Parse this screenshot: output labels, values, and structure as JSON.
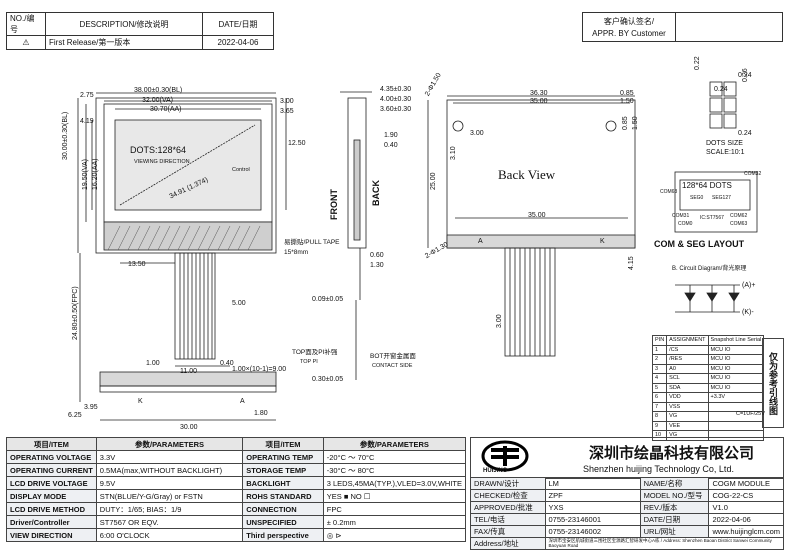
{
  "revision": {
    "headers": [
      "NO./编号",
      "DESCRIPTION/修改说明",
      "DATE/日期"
    ],
    "row1": {
      "no": "⚠",
      "desc": "First Release/第一版本",
      "date": "2022-04-06"
    }
  },
  "approval": {
    "title": "客户确认签名/",
    "sub": "APPR. BY Customer"
  },
  "front_view": {
    "dim_top1": "38.00±0.30(BL)",
    "dim_top2": "32.00(VA)",
    "dim_top3": "30.70(AA)",
    "dim_r1": "3.00",
    "dim_r2": "3.65",
    "dim_r3": "12.50",
    "dim_l1": "2.75",
    "dim_l2": "4.19",
    "dim_v1": "30.00±0.30(BL)",
    "dim_v2": "19.50(VA)",
    "dim_v3": "16.20(AA)",
    "dim_fpc_len": "24.80±0.50(FPC)",
    "dim_1350": "13.50",
    "dim_500": "5.00",
    "dim_100": "1.00",
    "dim_040": "0.40",
    "dim_fpc_pitch": "1.00×(10-1)=9.00",
    "dim_1100": "11.00",
    "dim_625": "6.25",
    "dim_395": "3.95",
    "dim_180": "1.80",
    "dim_3000": "30.00",
    "lcd_text": "DOTS:128*64",
    "viewing": "VIEWING DIRECTION",
    "control": "Control",
    "diag": "34.91 (1.374)",
    "pull_tape": "易撕贴/PULL TAPE",
    "pull_size": "15*8mm",
    "k": "K",
    "a": "A"
  },
  "side_view": {
    "d1": "4.35±0.30",
    "d2": "4.00±0.30",
    "d3": "3.60±0.30",
    "d4": "1.90",
    "d5": "0.40",
    "d6": "0.60",
    "d7": "1.30",
    "d8": "0.09±0.05",
    "d9": "0.30±0.05",
    "front": "FRONT",
    "back": "BACK",
    "top_pi": "TOP面及PI补强",
    "top_pi_en": "TOP PI",
    "bot": "BOT开窗金属面",
    "bot_en": "CONTACT SIDE"
  },
  "back_view": {
    "title": "Back View",
    "d1": "36.30",
    "d2": "35.00",
    "d3": "0.85",
    "d4": "1.50",
    "d5": "3.00",
    "d6": "0.85",
    "d7": "1.50",
    "d8": "3.10",
    "d9": "25.00",
    "d10": "35.00",
    "d11": "2-Φ1.50",
    "d12": "2-Φ1.30",
    "d13": "4.15",
    "d14": "3.00",
    "k": "K",
    "a": "A"
  },
  "dots": {
    "d1": "0.24",
    "d2": "0.22",
    "d3": "0.26",
    "d4": "0.24",
    "d5": "0.24",
    "label": "DOTS SIZE",
    "scale": "SCALE:10:1"
  },
  "layout": {
    "title": "COM & SEG LAYOUT",
    "dots": "128*64 DOTS",
    "com63": "COM63",
    "com32": "COM32",
    "seg0": "SEG0",
    "seg127": "SEG127",
    "com31": "COM31",
    "com0": "COM0",
    "ic": "IC:ST7567",
    "com62": "COM62",
    "com63b": "COM63"
  },
  "circuit": {
    "title": "B. Circuit Diagram/背光原理",
    "ap": "(A)+",
    "km": "(K)-"
  },
  "pins": {
    "headers": [
      "PIN",
      "ASSIGNMENT",
      "Snapshot Line Serial"
    ],
    "rows": [
      [
        "1",
        "/CS",
        "MCU IO"
      ],
      [
        "2",
        "/RES",
        "MCU IO"
      ],
      [
        "3",
        "A0",
        "MCU IO"
      ],
      [
        "4",
        "SCL",
        "MCU IO"
      ],
      [
        "5",
        "SDA",
        "MCU IO"
      ],
      [
        "6",
        "VDD",
        "+3.3V"
      ],
      [
        "7",
        "VSS",
        ""
      ],
      [
        "8",
        "VG",
        ""
      ],
      [
        "9",
        "VEE",
        ""
      ],
      [
        "10",
        "VG",
        ""
      ]
    ],
    "ref": "仅为参考引线图",
    "cap": "C=1UF/25V"
  },
  "spec": {
    "headers": [
      "项目/ITEM",
      "参数/PARAMETERS",
      "项目/ITEM",
      "参数/PARAMETERS"
    ],
    "rows": [
      [
        "OPERATING VOLTAGE",
        "3.3V",
        "OPERATING TEMP",
        "-20°C ～ 70°C"
      ],
      [
        "OPERATING CURRENT",
        "0.5MA(max,WITHOUT BACKLIGHT)",
        "STORAGE TEMP",
        "-30°C ～ 80°C"
      ],
      [
        "LCD DRIVE VOLTAGE",
        "9.5V",
        "BACKLIGHT",
        "3 LEDS,45MA(TYP.),VLED=3.0V,WHITE"
      ],
      [
        "DISPLAY MODE",
        "STN(BLUE/Y-G/Gray) or FSTN",
        "ROHS STANDARD",
        "YES ■   NO ☐"
      ],
      [
        "LCD DRIVE METHOD",
        "DUTY：1/65; BIAS：1/9",
        "CONNECTION",
        "FPC"
      ],
      [
        "Driver/Controller",
        "ST7567  OR EQV.",
        "UNSPECIFIED",
        "± 0.2mm"
      ],
      [
        "VIEW DIRECTION",
        "6:00 O'CLOCK",
        "Third perspective",
        ""
      ]
    ]
  },
  "company": {
    "logo": "HUIJING",
    "cn": "深圳市绘晶科技有限公司",
    "en": "Shenzhen huijing Technology Co, Ltd."
  },
  "info": {
    "rows": [
      [
        "DRAWN/设计",
        "LM",
        "NAME/名称",
        "COGM MODULE"
      ],
      [
        "CHECKED/检查",
        "ZPF",
        "MODEL NO./型号",
        "COG-22-CS"
      ],
      [
        "APPROVED/批准",
        "YXS",
        "REV./版本",
        "V1.0"
      ],
      [
        "TEL/电话",
        "0755-23146001",
        "DATE/日期",
        "2022-04-06"
      ],
      [
        "FAX/传真",
        "0755-23146002",
        "URL/网址",
        "www.huijinglcm.com"
      ],
      [
        "Address/地址",
        "",
        ""
      ]
    ],
    "address": "深圳市宝安区航城街道三围社区宝源路汇智研发中心A栋 / Address: Shenzhen Baoan District Sanwei Community Baoyuan Road"
  },
  "colors": {
    "line": "#222222",
    "blue": "#1a3a8a",
    "lcd": "#dcdcdc"
  }
}
